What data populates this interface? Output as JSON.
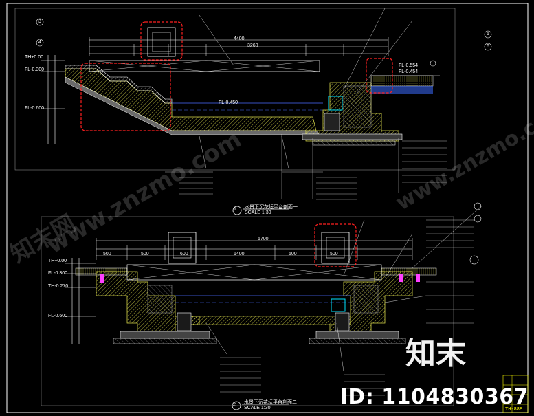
{
  "section1": {
    "number": "1",
    "title": "水景下沉花坛平台剖面一",
    "scale": "SCALE 1:30",
    "overall_dimension": "4400",
    "mid_dimension": "3260",
    "level_labels": [
      "TH+0.00",
      "FL-0.300",
      "FL-0.600",
      "FL-0.450"
    ],
    "right_levels": [
      "FL-0.554",
      "FL-0.454"
    ]
  },
  "section2": {
    "number": "2",
    "title": "水景下沉花坛平台剖面二",
    "scale": "SCALE 1:30",
    "overall_dimension": "5700",
    "level_labels": [
      "TH+0.00",
      "FL-0.300",
      "TH-0.270",
      "FL-0.600"
    ]
  },
  "dims_row": [
    "500",
    "500",
    "600",
    "1400",
    "500",
    "500"
  ],
  "callouts": {
    "detail_tags": [
      "3",
      "4",
      "5",
      "6"
    ]
  },
  "watermark": {
    "site": "www.znzmo.com",
    "brand_cn": "知末网",
    "big_mark": "知末",
    "id_text": "ID: 1104830367"
  },
  "title_block": [
    "TH-888"
  ],
  "colors": {
    "background": "#000000",
    "line_white": "#ffffff",
    "hatch_yellow": "#d9d94a",
    "highlight_red": "#ff2020",
    "water_cyan": "#00e5ff",
    "pipe_magenta": "#ff40ff",
    "blue_lines": "#4a6cff"
  }
}
